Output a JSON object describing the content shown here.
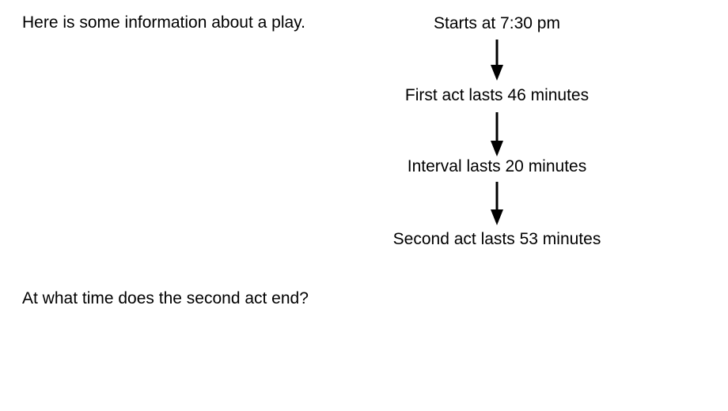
{
  "page": {
    "background": "#ffffff",
    "text_color": "#000000"
  },
  "intro": {
    "text": "Here is some information about a play."
  },
  "question": {
    "text": "At what time does the second act end?"
  },
  "flow_chart": {
    "type": "vertical-flow",
    "connector": "down-arrow",
    "nodes": [
      {
        "label": "Starts at 7:30 pm"
      },
      {
        "label": "First act lasts 46 minutes"
      },
      {
        "label": "Interval lasts 20 minutes"
      },
      {
        "label": "Second act lasts 53 minutes"
      }
    ]
  }
}
